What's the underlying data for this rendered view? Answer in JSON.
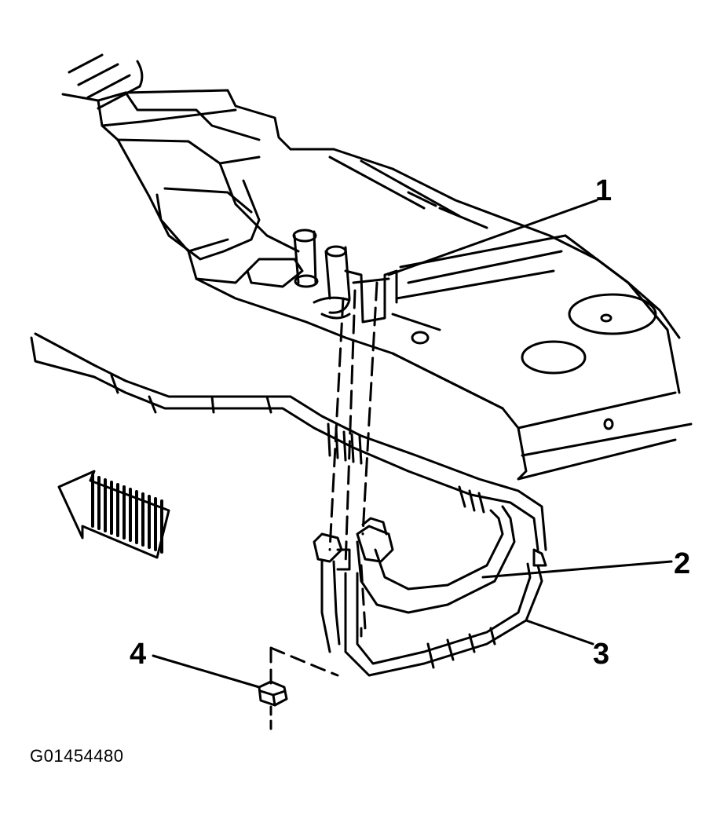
{
  "figure_id": "G01454480",
  "callouts": [
    {
      "label": "1"
    },
    {
      "label": "2"
    },
    {
      "label": "3"
    },
    {
      "label": "4"
    }
  ],
  "colors": {
    "line": "#000000",
    "background": "#ffffff"
  },
  "icons": {
    "direction_arrow": "front-direction-arrow-icon"
  }
}
